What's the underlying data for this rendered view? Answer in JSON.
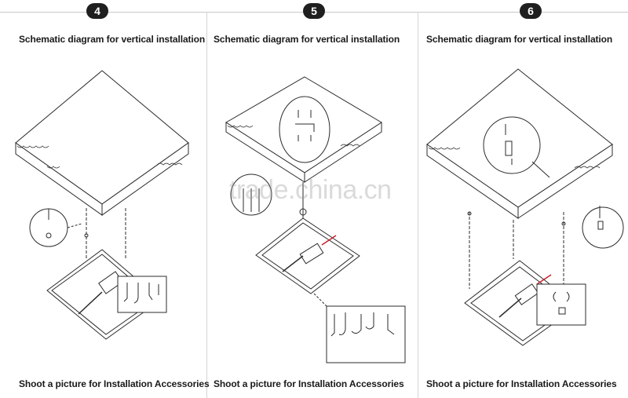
{
  "steps": [
    {
      "number": "4",
      "heading": "Schematic diagram for vertical installation",
      "caption": "Shoot a picture for Installation Accessories"
    },
    {
      "number": "5",
      "heading": "Schematic diagram for vertical installation",
      "caption": "Shoot a picture for Installation Accessories"
    },
    {
      "number": "6",
      "heading": "Schematic diagram for vertical installation",
      "caption": "Shoot a picture for Installation Accessories"
    }
  ],
  "watermark": "trade.china.cn",
  "colors": {
    "line": "#2b2b2b",
    "wire_red": "#c8202a"
  }
}
